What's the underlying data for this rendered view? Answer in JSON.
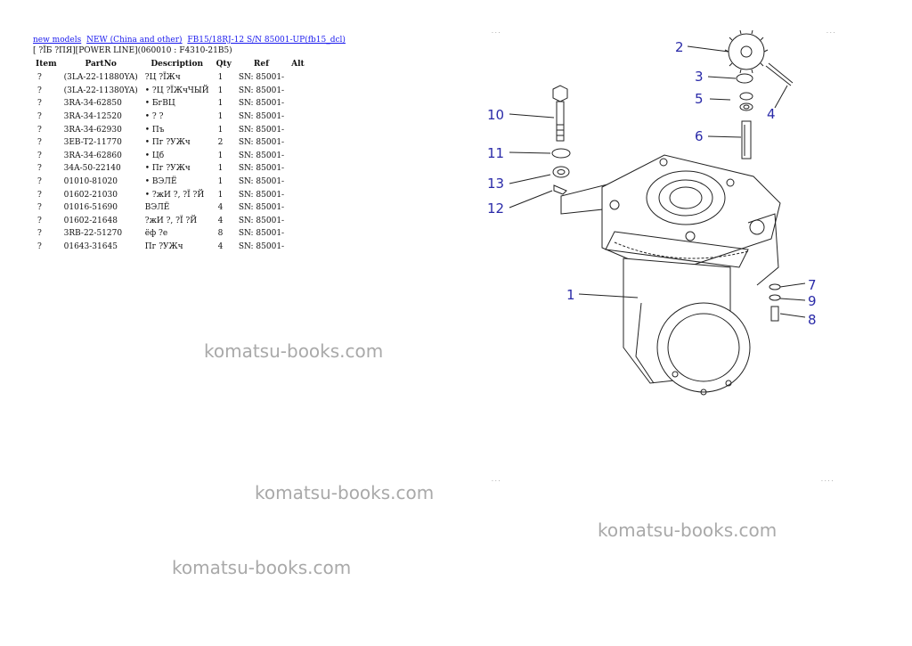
{
  "breadcrumb": {
    "link1": "new models",
    "link2": "NEW (China and other)",
    "link3": "FB15/18RJ-12 S/N 85001-UP(fb15_dcl)"
  },
  "subtitle": "[ ?ÏБ ?ПЯ][POWER LINE](060010 : F4310-21B5)",
  "table": {
    "headers": [
      "Item",
      "PartNo",
      "Description",
      "Qty",
      "Ref",
      "Alt"
    ],
    "rows": [
      {
        "item": "?",
        "part": "(3LA-22-11880YA)",
        "desc": "?Ц ?ÏЖч",
        "qty": "1",
        "ref": "SN: 85001-"
      },
      {
        "item": "?",
        "part": "(3LA-22-11380YA)",
        "desc": "• ?Ц ?ÏЖчЧЫЙ",
        "qty": "1",
        "ref": "SN: 85001-"
      },
      {
        "item": "?",
        "part": "3RA-34-62850",
        "desc": "• БгВЦ",
        "qty": "1",
        "ref": "SN: 85001-"
      },
      {
        "item": "?",
        "part": "3RA-34-12520",
        "desc": "• ? ?",
        "qty": "1",
        "ref": "SN: 85001-"
      },
      {
        "item": "?",
        "part": "3RA-34-62930",
        "desc": "• Пъ",
        "qty": "1",
        "ref": "SN: 85001-"
      },
      {
        "item": "?",
        "part": "3EB-T2-11770",
        "desc": "• Пг ?УЖч",
        "qty": "2",
        "ref": "SN: 85001-"
      },
      {
        "item": "?",
        "part": "3RA-34-62860",
        "desc": "• Цб",
        "qty": "1",
        "ref": "SN: 85001-"
      },
      {
        "item": "?",
        "part": "34A-50-22140",
        "desc": "• Пг ?УЖч",
        "qty": "1",
        "ref": "SN: 85001-"
      },
      {
        "item": "?",
        "part": "01010-81020",
        "desc": "• ВЭЛЁ",
        "qty": "1",
        "ref": "SN: 85001-"
      },
      {
        "item": "?",
        "part": "01602-21030",
        "desc": "• ?жИ ?, ?Ï ?Й",
        "qty": "1",
        "ref": "SN: 85001-"
      },
      {
        "item": "?",
        "part": "01016-51690",
        "desc": "ВЭЛЁ",
        "qty": "4",
        "ref": "SN: 85001-"
      },
      {
        "item": "?",
        "part": "01602-21648",
        "desc": "?жИ ?, ?Ï ?Й",
        "qty": "4",
        "ref": "SN: 85001-"
      },
      {
        "item": "?",
        "part": "3RB-22-51270",
        "desc": "ёф ?е",
        "qty": "8",
        "ref": "SN: 85001-"
      },
      {
        "item": "?",
        "part": "01643-31645",
        "desc": "Пг ?УЖч",
        "qty": "4",
        "ref": "SN: 85001-"
      }
    ]
  },
  "watermarks": [
    "komatsu-books.com",
    "komatsu-books.com",
    "komatsu-books.com",
    "komatsu-books.com"
  ],
  "diagram": {
    "callouts": [
      "1",
      "2",
      "3",
      "4",
      "5",
      "6",
      "7",
      "8",
      "9",
      "10",
      "11",
      "12",
      "13"
    ],
    "callout_color": "#2a2aa8"
  }
}
